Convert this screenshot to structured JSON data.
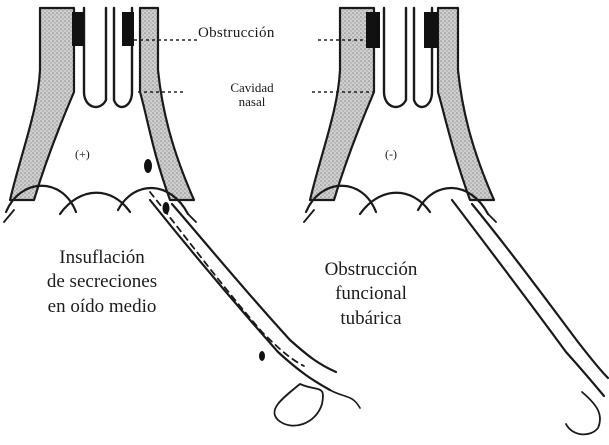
{
  "labels": {
    "obstruction": "Obstrucción",
    "nasal_cavity": [
      "Cavidad",
      "nasal"
    ],
    "left_sign": "(+)",
    "right_sign": "(-)"
  },
  "captions": {
    "left": [
      "Insuflación",
      "de secreciones",
      "en oído medio"
    ],
    "right": [
      "Obstrucción",
      "funcional",
      "tubárica"
    ]
  }
}
